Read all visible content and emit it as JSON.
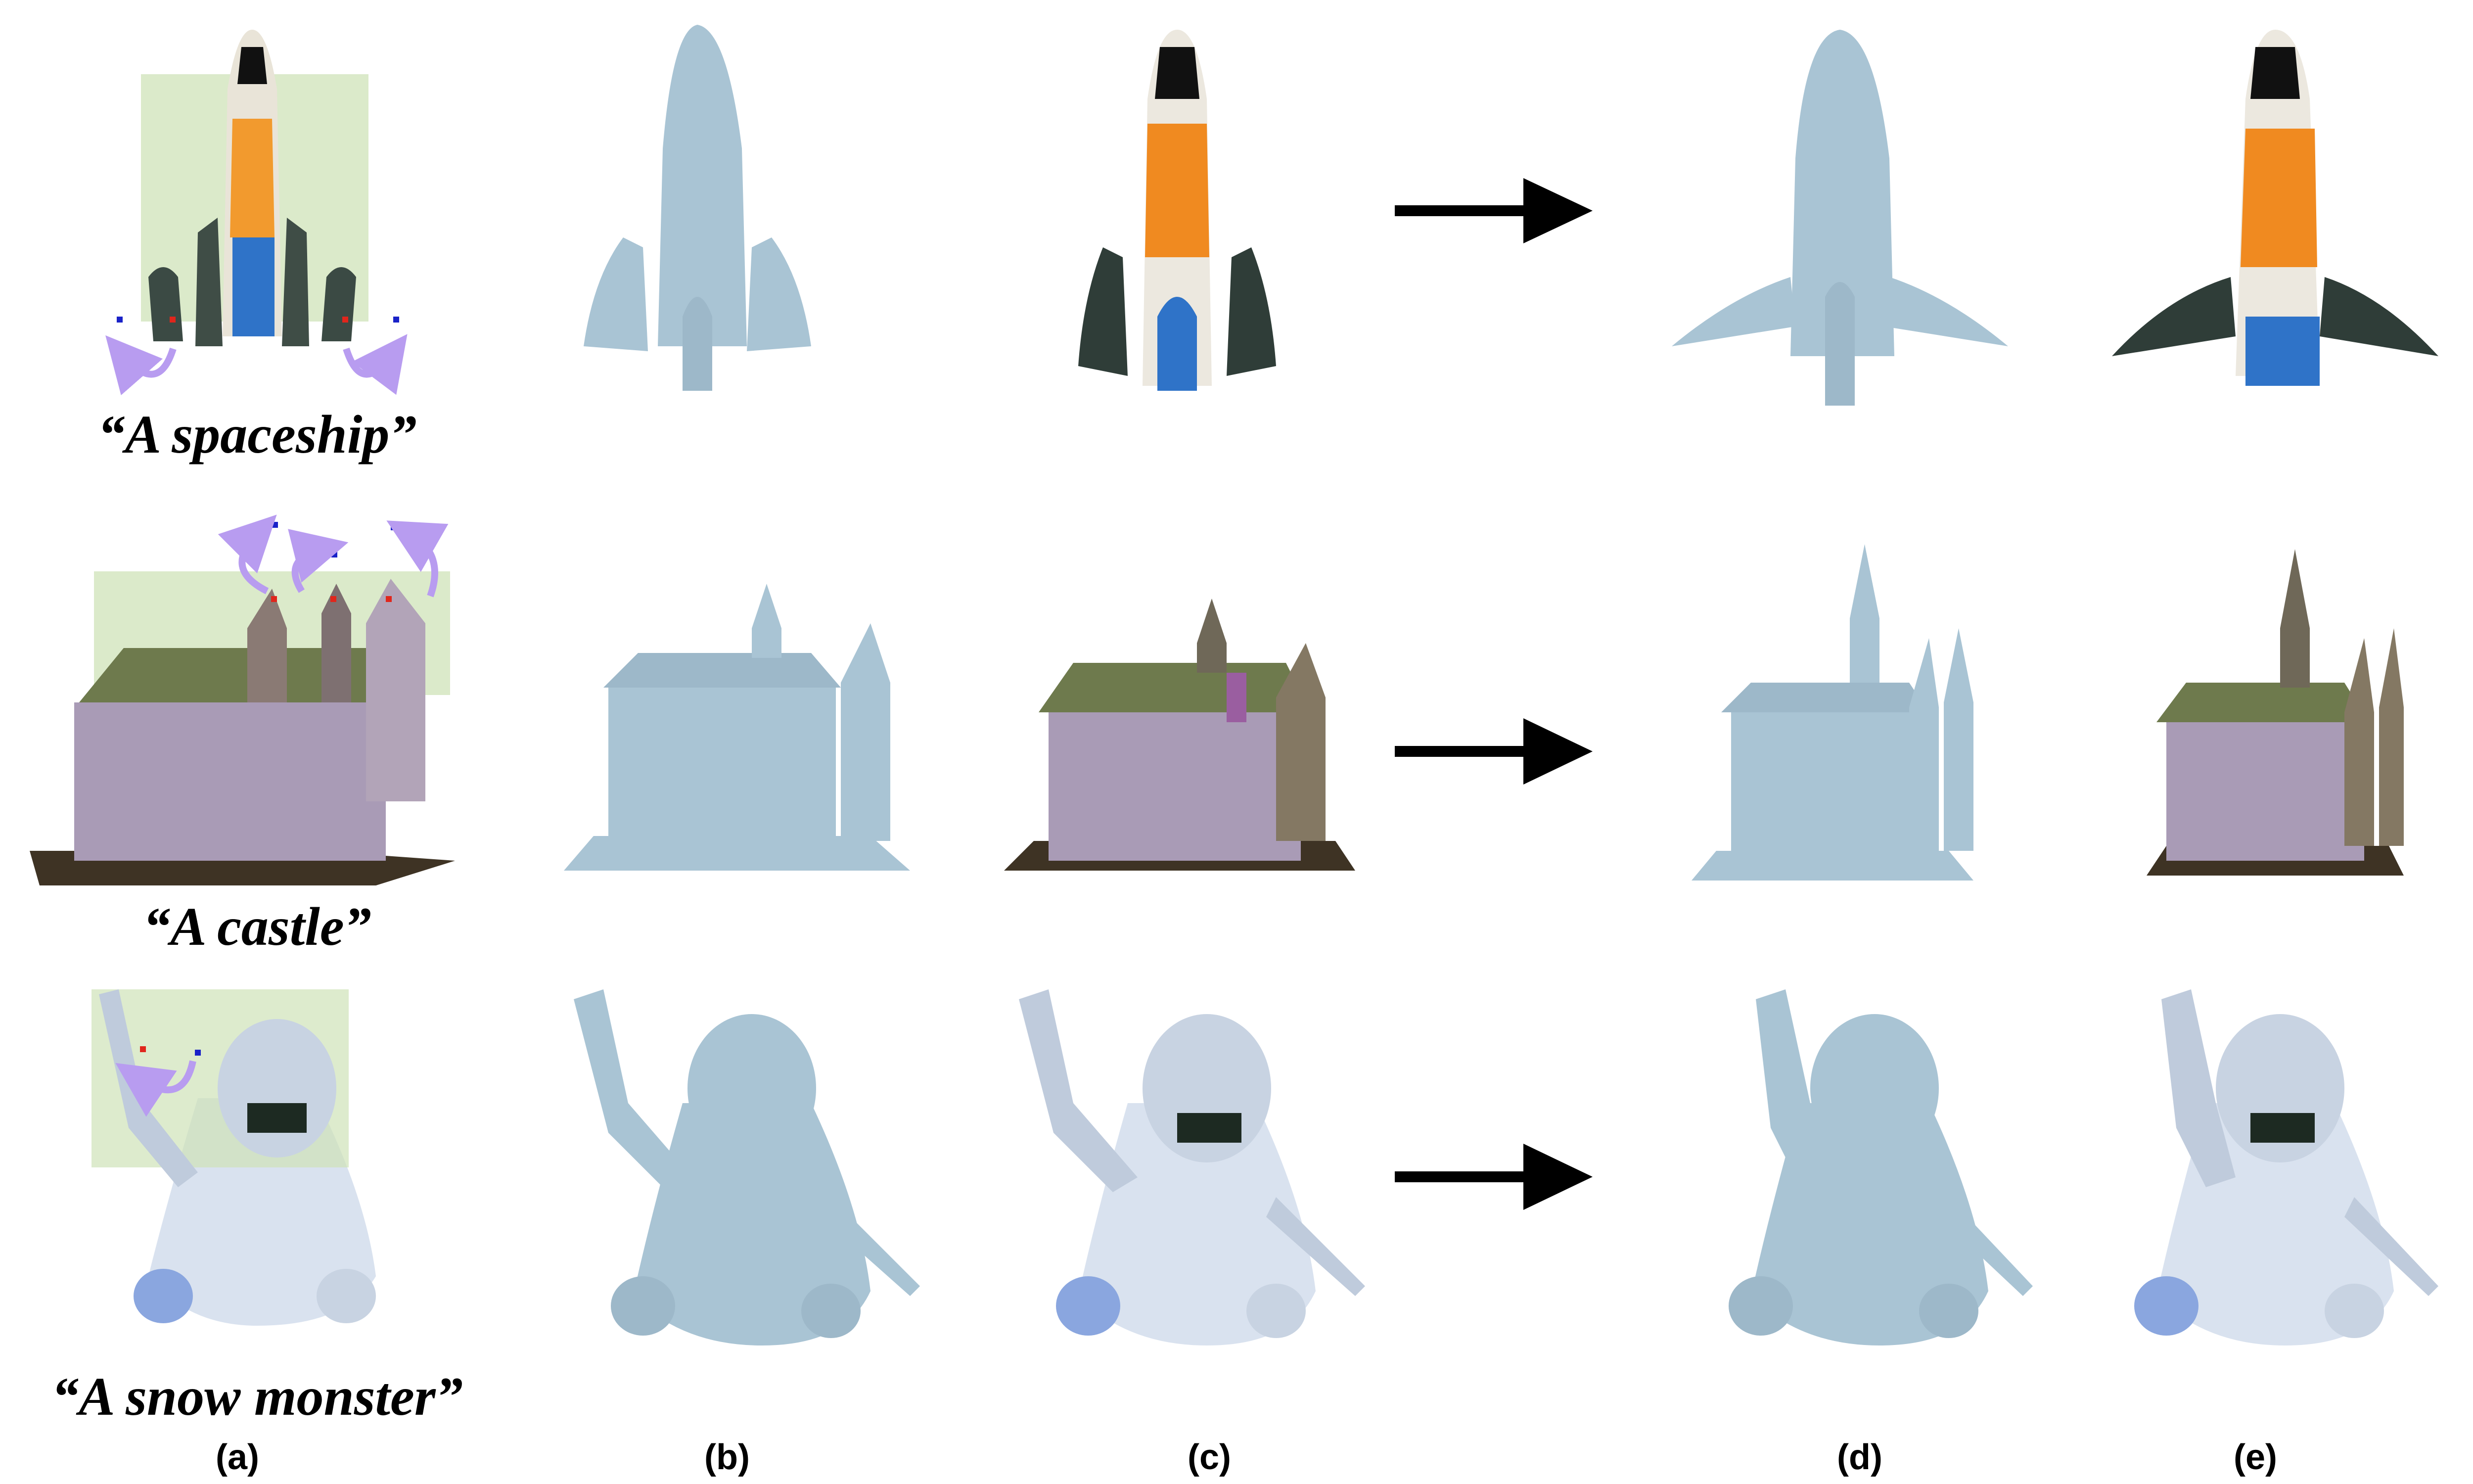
{
  "rows": [
    {
      "id": "spaceship",
      "prompt": "“A spaceship”"
    },
    {
      "id": "castle",
      "prompt": "“A castle”"
    },
    {
      "id": "snow-monster",
      "prompt": "“A snow monster”"
    }
  ],
  "columns": [
    "(a)",
    "(b)",
    "(c)",
    "(d)",
    "(e)"
  ],
  "colors": {
    "mesh": "#a9c4d4",
    "mesh_shadow": "#8eaabb",
    "edit_box": "#cfe3b8",
    "handle_point": "#e0261c",
    "target_point": "#1a22c8",
    "drag_arrow": "#b89cf0",
    "arrow": "#000000"
  }
}
